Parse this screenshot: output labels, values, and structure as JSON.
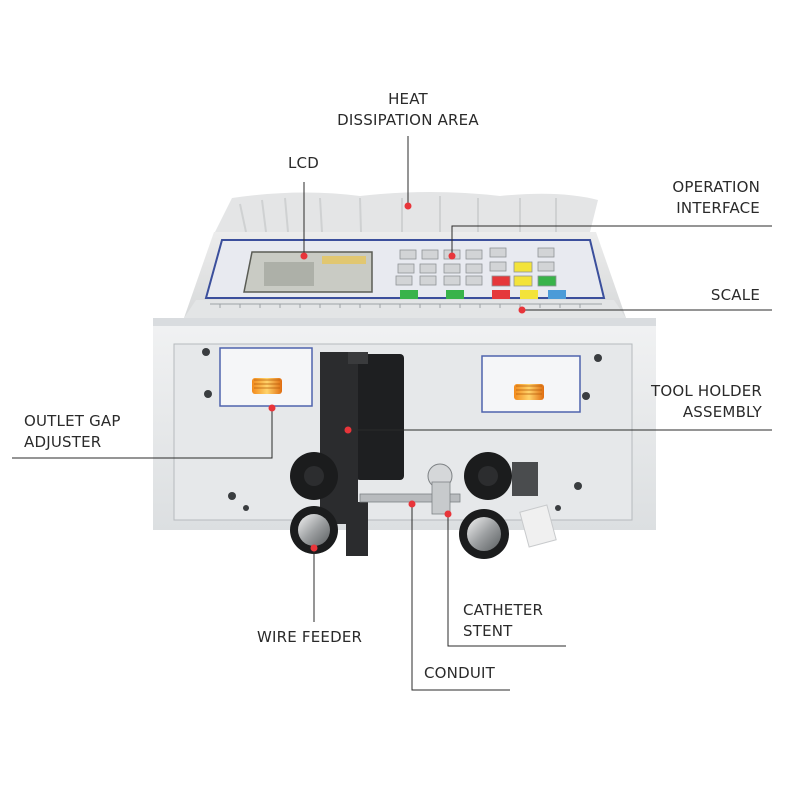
{
  "callouts": {
    "heat_dissipation": [
      "HEAT",
      "DISSIPATION AREA"
    ],
    "lcd": [
      "LCD"
    ],
    "operation_interface": [
      "OPERATION",
      "INTERFACE"
    ],
    "scale": [
      "SCALE"
    ],
    "tool_holder": [
      "TOOL HOLDER",
      "ASSEMBLY"
    ],
    "outlet_gap": [
      "OUTLET GAP",
      "ADJUSTER"
    ],
    "catheter_stent": [
      "CATHETER",
      "STENT"
    ],
    "wire_feeder": [
      "WIRE FEEDER"
    ],
    "conduit": [
      "CONDUIT"
    ]
  },
  "colors": {
    "callout_dot": "#e8353a",
    "leader_line": "#2b2b2b",
    "machine_body": "#e9ebec",
    "lcd_screen": "#c9cbc4",
    "panel_border": "#3b4f9c"
  }
}
